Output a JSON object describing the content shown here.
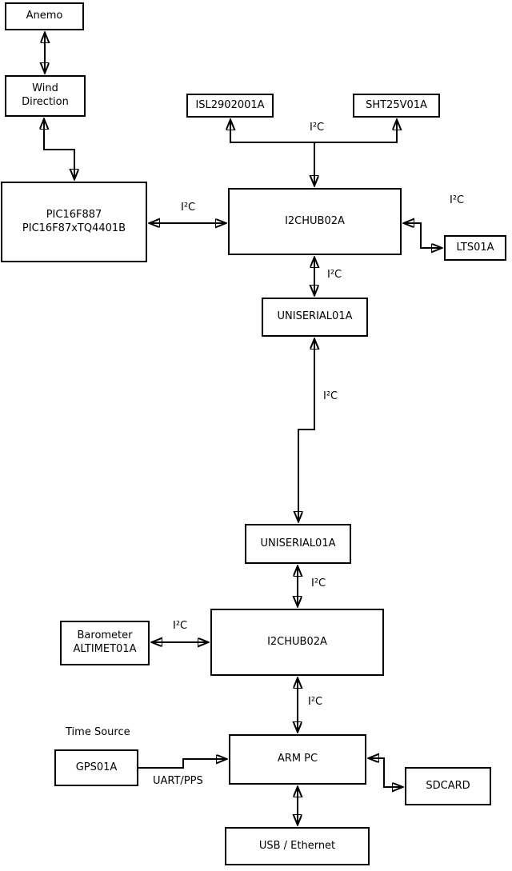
{
  "diagram_type": "block-diagram",
  "colors": {
    "background": "#ffffff",
    "line": "#000000",
    "box_fill": "#ffffff",
    "text": "#000000"
  },
  "nodes": {
    "anemo": {
      "lines": [
        "Anemo"
      ]
    },
    "wind_direction": {
      "lines": [
        "Wind",
        "Direction"
      ]
    },
    "pic": {
      "lines": [
        "PIC16F887",
        "PIC16F87xTQ4401B"
      ]
    },
    "isl": {
      "lines": [
        "ISL2902001A"
      ]
    },
    "sht": {
      "lines": [
        "SHT25V01A"
      ]
    },
    "i2chub_top": {
      "lines": [
        "I2CHUB02A"
      ]
    },
    "lts": {
      "lines": [
        "LTS01A"
      ]
    },
    "uniserial_top": {
      "lines": [
        "UNISERIAL01A"
      ]
    },
    "uniserial_bottom": {
      "lines": [
        "UNISERIAL01A"
      ]
    },
    "i2chub_bottom": {
      "lines": [
        "I2CHUB02A"
      ]
    },
    "barometer": {
      "lines": [
        "Barometer",
        "ALTIMET01A"
      ]
    },
    "gps": {
      "lines": [
        "GPS01A"
      ]
    },
    "arm_pc": {
      "lines": [
        "ARM PC"
      ]
    },
    "sdcard": {
      "lines": [
        "SDCARD"
      ]
    },
    "usb_ethernet": {
      "lines": [
        "USB / Ethernet"
      ]
    }
  },
  "edges": [
    {
      "from": "anemo",
      "to": "wind_direction",
      "label": "",
      "direction": "both"
    },
    {
      "from": "wind_direction",
      "to": "pic",
      "label": "",
      "direction": "both"
    },
    {
      "from": "pic",
      "to": "i2chub_top",
      "label": "I²C",
      "direction": "both"
    },
    {
      "from": "i2chub_top",
      "to": "isl + sht",
      "label": "I²C",
      "direction": "both"
    },
    {
      "from": "i2chub_top",
      "to": "lts",
      "label": "I²C",
      "direction": "both"
    },
    {
      "from": "i2chub_top",
      "to": "uniserial_top",
      "label": "I²C",
      "direction": "both"
    },
    {
      "from": "uniserial_top",
      "to": "uniserial_bottom",
      "label": "I²C",
      "direction": "both"
    },
    {
      "from": "uniserial_bottom",
      "to": "i2chub_bottom",
      "label": "I²C",
      "direction": "both"
    },
    {
      "from": "barometer",
      "to": "i2chub_bottom",
      "label": "I²C",
      "direction": "both"
    },
    {
      "from": "i2chub_bottom",
      "to": "arm_pc",
      "label": "I²C",
      "direction": "both"
    },
    {
      "from": "gps",
      "to": "arm_pc",
      "label": "UART/PPS",
      "direction": "to"
    },
    {
      "from": "arm_pc",
      "to": "sdcard",
      "label": "",
      "direction": "both"
    },
    {
      "from": "arm_pc",
      "to": "usb_ethernet",
      "label": "",
      "direction": "both"
    }
  ],
  "annotations": {
    "time_source": "Time Source"
  }
}
